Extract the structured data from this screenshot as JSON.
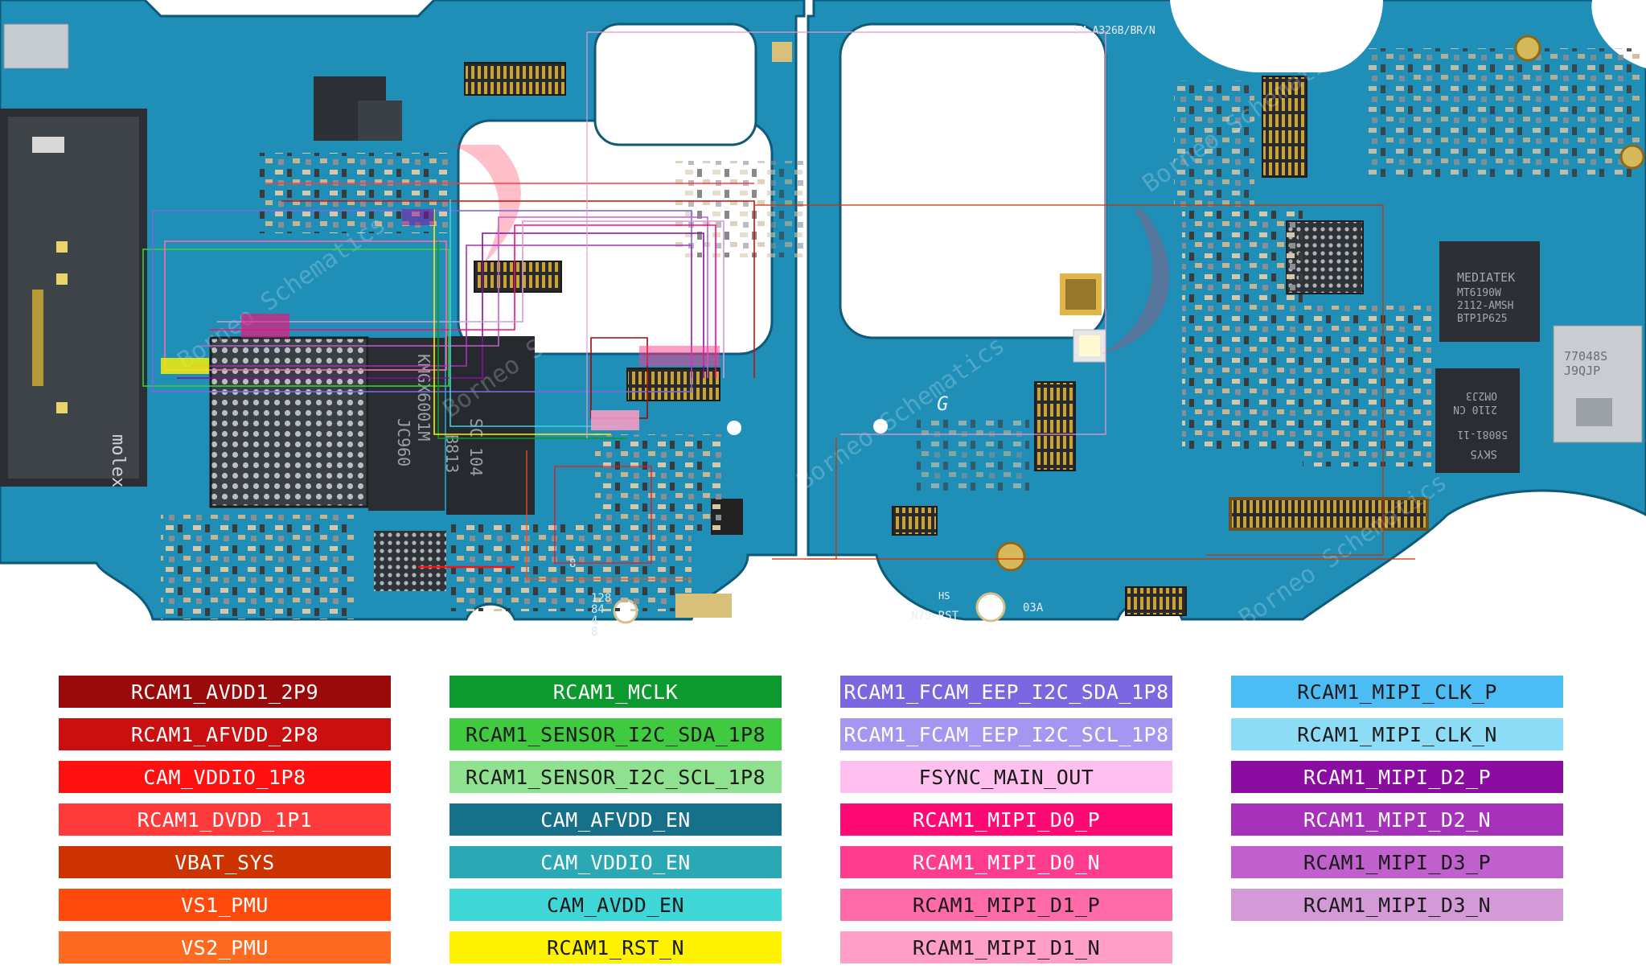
{
  "board": {
    "board_color": "#1f8fb8",
    "board_dark": "#15708f",
    "silkscreen": {
      "part_code": "SM-A326B/BR/N",
      "rev_left": "8",
      "left_numbers": [
        "128",
        "84",
        "4",
        "8"
      ],
      "right_bottom_a": "N79  RST",
      "right_bottom_b": "03A",
      "right_bottom_c": "HS"
    },
    "chip_markings": {
      "pmic": [
        "KMGX6001M",
        "JC960"
      ],
      "ram": [
        "B813",
        "SC 104"
      ],
      "mediatek": [
        "MEDIATEK",
        "MT6190W",
        "2112-AMSH",
        "BTP1P625"
      ],
      "sky": [
        "SKY5",
        "58081-11",
        "2110 CN",
        "OM2J3"
      ],
      "pa": [
        "77048S",
        "J9QJP"
      ],
      "molex": "molex"
    },
    "watermark": "Borneo Schematics"
  },
  "legend": {
    "columns": [
      [
        {
          "label": "RCAM1_AVDD1_2P9",
          "color": "#9b0a0a",
          "text_color": "#ffffff"
        },
        {
          "label": "RCAM1_AFVDD_2P8",
          "color": "#c90f0f",
          "text_color": "#ffffff"
        },
        {
          "label": "CAM_VDDIO_1P8",
          "color": "#ff1010",
          "text_color": "#ffffff"
        },
        {
          "label": "RCAM1_DVDD_1P1",
          "color": "#ff3a3a",
          "text_color": "#ffffff"
        },
        {
          "label": "VBAT_SYS",
          "color": "#cc3300",
          "text_color": "#ffffff"
        },
        {
          "label": "VS1_PMU",
          "color": "#ff4a0e",
          "text_color": "#ffffff"
        },
        {
          "label": "VS2_PMU",
          "color": "#ff6a22",
          "text_color": "#ffffff"
        }
      ],
      [
        {
          "label": "RCAM1_MCLK",
          "color": "#0c9a2e",
          "text_color": "#ffffff"
        },
        {
          "label": "RCAM1_SENSOR_I2C_SDA_1P8",
          "color": "#3fca3f",
          "text_color": "#1a1a1a"
        },
        {
          "label": "RCAM1_SENSOR_I2C_SCL_1P8",
          "color": "#8fe08f",
          "text_color": "#1a1a1a"
        },
        {
          "label": "CAM_AFVDD_EN",
          "color": "#16708a",
          "text_color": "#ffffff"
        },
        {
          "label": "CAM_VDDIO_EN",
          "color": "#2aa8b4",
          "text_color": "#ffffff"
        },
        {
          "label": "CAM_AVDD_EN",
          "color": "#3ed6d6",
          "text_color": "#1a1a1a"
        },
        {
          "label": "RCAM1_RST_N",
          "color": "#fff200",
          "text_color": "#1a1a1a"
        }
      ],
      [
        {
          "label": "RCAM1_FCAM_EEP_I2C_SDA_1P8",
          "color": "#7b68e0",
          "text_color": "#ffffff"
        },
        {
          "label": "RCAM1_FCAM_EEP_I2C_SCL_1P8",
          "color": "#a596f2",
          "text_color": "#ffffff"
        },
        {
          "label": "FSYNC_MAIN_OUT",
          "color": "#ffc0f0",
          "text_color": "#1a1a1a"
        },
        {
          "label": "RCAM1_MIPI_D0_P",
          "color": "#ff0a74",
          "text_color": "#ffffff"
        },
        {
          "label": "RCAM1_MIPI_D0_N",
          "color": "#ff3c8e",
          "text_color": "#ffffff"
        },
        {
          "label": "RCAM1_MIPI_D1_P",
          "color": "#ff6aa8",
          "text_color": "#1a1a1a"
        },
        {
          "label": "RCAM1_MIPI_D1_N",
          "color": "#ff9ec6",
          "text_color": "#1a1a1a"
        }
      ],
      [
        {
          "label": "RCAM1_MIPI_CLK_P",
          "color": "#4cbcf4",
          "text_color": "#1a1a1a"
        },
        {
          "label": "RCAM1_MIPI_CLK_N",
          "color": "#8cdcf6",
          "text_color": "#1a1a1a"
        },
        {
          "label": "RCAM1_MIPI_D2_P",
          "color": "#8a0ca0",
          "text_color": "#ffffff"
        },
        {
          "label": "RCAM1_MIPI_D2_N",
          "color": "#a532b8",
          "text_color": "#ffffff"
        },
        {
          "label": "RCAM1_MIPI_D3_P",
          "color": "#c060cc",
          "text_color": "#1a1a1a"
        },
        {
          "label": "RCAM1_MIPI_D3_N",
          "color": "#d49ad8",
          "text_color": "#1a1a1a"
        }
      ]
    ]
  }
}
